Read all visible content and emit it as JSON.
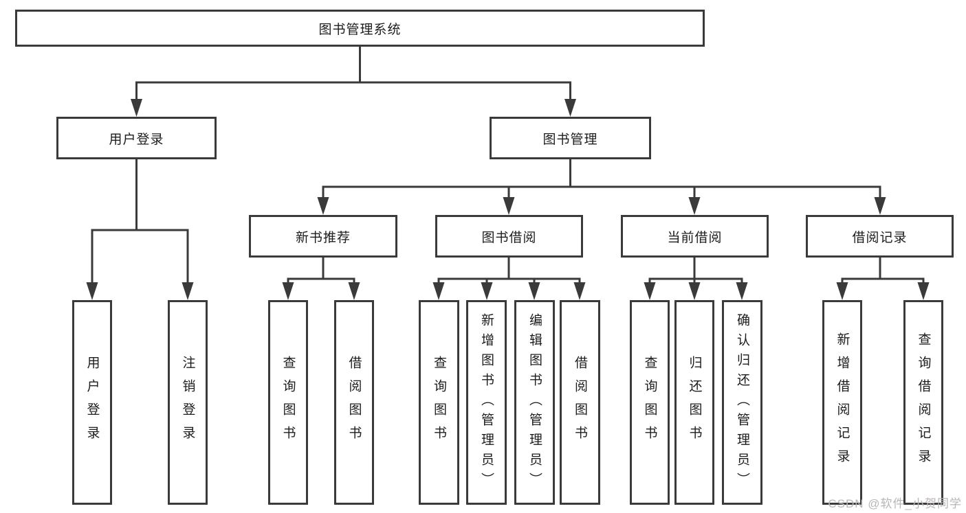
{
  "diagram": {
    "root": {
      "label": "图书管理系统"
    },
    "branches": [
      {
        "label": "用户登录",
        "children": [
          {
            "label": "用户登录"
          },
          {
            "label": "注销登录"
          }
        ]
      },
      {
        "label": "图书管理",
        "sections": [
          {
            "label": "新书推荐",
            "children": [
              {
                "label": "查询图书"
              },
              {
                "label": "借阅图书"
              }
            ]
          },
          {
            "label": "图书借阅",
            "children": [
              {
                "label": "查询图书"
              },
              {
                "label": "新增图书（管理员）"
              },
              {
                "label": "编辑图书（管理员）"
              },
              {
                "label": "借阅图书"
              }
            ]
          },
          {
            "label": "当前借阅",
            "children": [
              {
                "label": "查询图书"
              },
              {
                "label": "归还图书"
              },
              {
                "label": "确认归还（管理员）"
              }
            ]
          },
          {
            "label": "借阅记录",
            "children": [
              {
                "label": "新增借阅记录"
              },
              {
                "label": "查询借阅记录"
              }
            ]
          }
        ]
      }
    ]
  },
  "watermark": {
    "text": "CSDN @软件_小贺同学"
  },
  "colors": {
    "line": "#3a3a3a",
    "text": "#1c1c1c",
    "background": "#ffffff",
    "watermark": "#b9b5b5"
  }
}
